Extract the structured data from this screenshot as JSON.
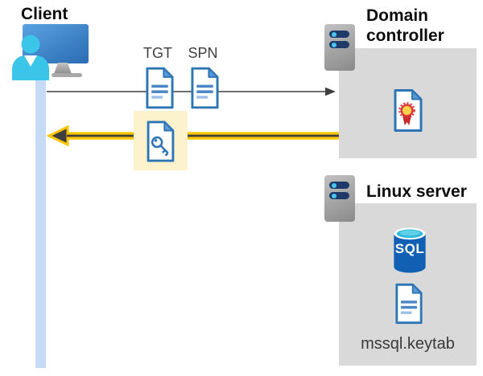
{
  "client": {
    "label": "Client"
  },
  "tickets": {
    "tgt_label": "TGT",
    "spn_label": "SPN"
  },
  "domain_controller": {
    "label": "Domain controller"
  },
  "linux_server": {
    "label": "Linux server",
    "database_label": "SQL",
    "keytab_label": "mssql.keytab"
  },
  "colors": {
    "document_blue": "#2e75b6",
    "document_fold_blue": "#5b9bd5",
    "highlight_yellow": "#fcf3cd",
    "arrow_gold": "#fdc500",
    "arrow_dark": "#3f3f3f",
    "request_arrow_gray": "#595959",
    "box_gray": "#d9d9d9",
    "lifeline_blue": "#c5dbf6",
    "sql_blue": "#1160b4",
    "sql_top_cyan": "#2eb8d9",
    "certificate_red": "#d93636",
    "certificate_gold": "#ffd24a",
    "person_cyan": "#3bc5e9",
    "server_bar_navy": "#1e3a68"
  }
}
